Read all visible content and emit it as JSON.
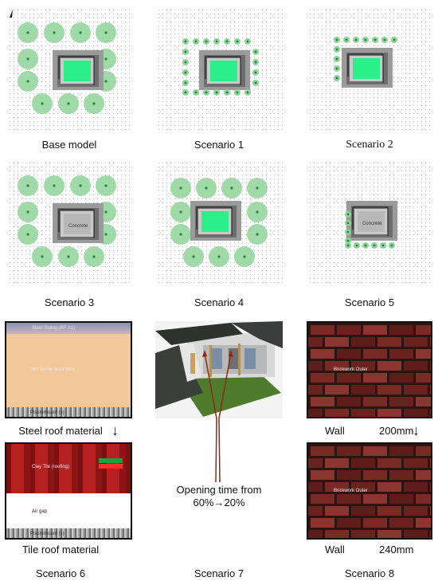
{
  "panels": [
    {
      "caption": "Base model",
      "label": ""
    },
    {
      "caption": "Scenario 1",
      "label": ""
    },
    {
      "caption": "Scenario 2",
      "label": ""
    },
    {
      "caption": "Scenario 3",
      "label": "Concrete"
    },
    {
      "caption": "Scenario 4",
      "label": ""
    },
    {
      "caption": "Scenario 5",
      "label": "Concrete"
    }
  ],
  "scenario6": {
    "caption": "Scenario 6",
    "steel": {
      "caption": "Steel roof material",
      "layer_top": "Steel Siding (RF A1)",
      "layer_mid": "Min' Stone wool (ufo)",
      "layer_bot": "Plasterboard (s)"
    },
    "tile": {
      "caption": "Tile roof material",
      "layer_top": "Clay Tile (roofing)",
      "layer_mid": "Air gap",
      "layer_bot": "Plasterboard (s)"
    },
    "arrow": "↓"
  },
  "scenario7": {
    "caption": "Scenario 7",
    "note_line1": "Opening time from",
    "note_line2": "60%→20%"
  },
  "scenario8": {
    "caption": "Scenario 8",
    "wall_a": {
      "word": "Wall",
      "size": "200mm",
      "label": "Brickwork Outer"
    },
    "wall_b": {
      "word": "Wall",
      "size": "240mm",
      "label": "Brickwork Outer"
    },
    "arrow": "↓"
  },
  "colors": {
    "tree": "#8fd39a",
    "tree_dot": "#1f8a3a",
    "building": "#8c8c8c",
    "glass": "#2bf08a",
    "steel_layer": "#f2c89a",
    "brick": "#7a2a25",
    "tile": "#b01818"
  }
}
